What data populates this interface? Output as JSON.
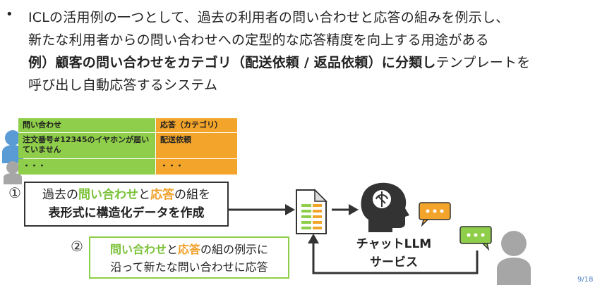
{
  "bullet": {
    "mark": "•",
    "line1": "ICLの活用例の一つとして、過去の利用者の問い合わせと応答の組みを例示し、",
    "line2": "新たな利用者からの問い合わせへの定型的な応答精度を向上する用途がある",
    "line3_prefix": "例）",
    "line3_bold": "顧客の問い合わせをカテゴリ（配送依頼 / 返品依頼）に分類し",
    "line3_rest": "テンプレートを",
    "line4": "呼び出し自動応答するシステム"
  },
  "table": {
    "header_query": "問い合わせ",
    "header_answer": "応答（カテゴリ）",
    "row1_query": "注文番号#12345のイヤホンが届いていません",
    "row1_answer": "配送依頼",
    "row2_query": "・・・",
    "row2_answer": "・・・"
  },
  "step1": {
    "number": "①",
    "part1": "過去の",
    "highlight1": "問い合わせ",
    "part2": "と",
    "highlight2": "応答",
    "part3": "の組を",
    "line2": "表形式に構造化データを作成"
  },
  "step2": {
    "number": "②",
    "highlight1": "問い合わせ",
    "part1": "と",
    "highlight2": "応答",
    "part2": "の組の例示に",
    "line2": "沿って新たな問い合わせに応答"
  },
  "llm": {
    "line1": "チャットLLM",
    "line2": "サービス"
  },
  "page_number": "9/18",
  "colors": {
    "green": "#8fce4a",
    "orange": "#f3a52b",
    "gray": "#a6a6a6",
    "dark": "#333333"
  }
}
